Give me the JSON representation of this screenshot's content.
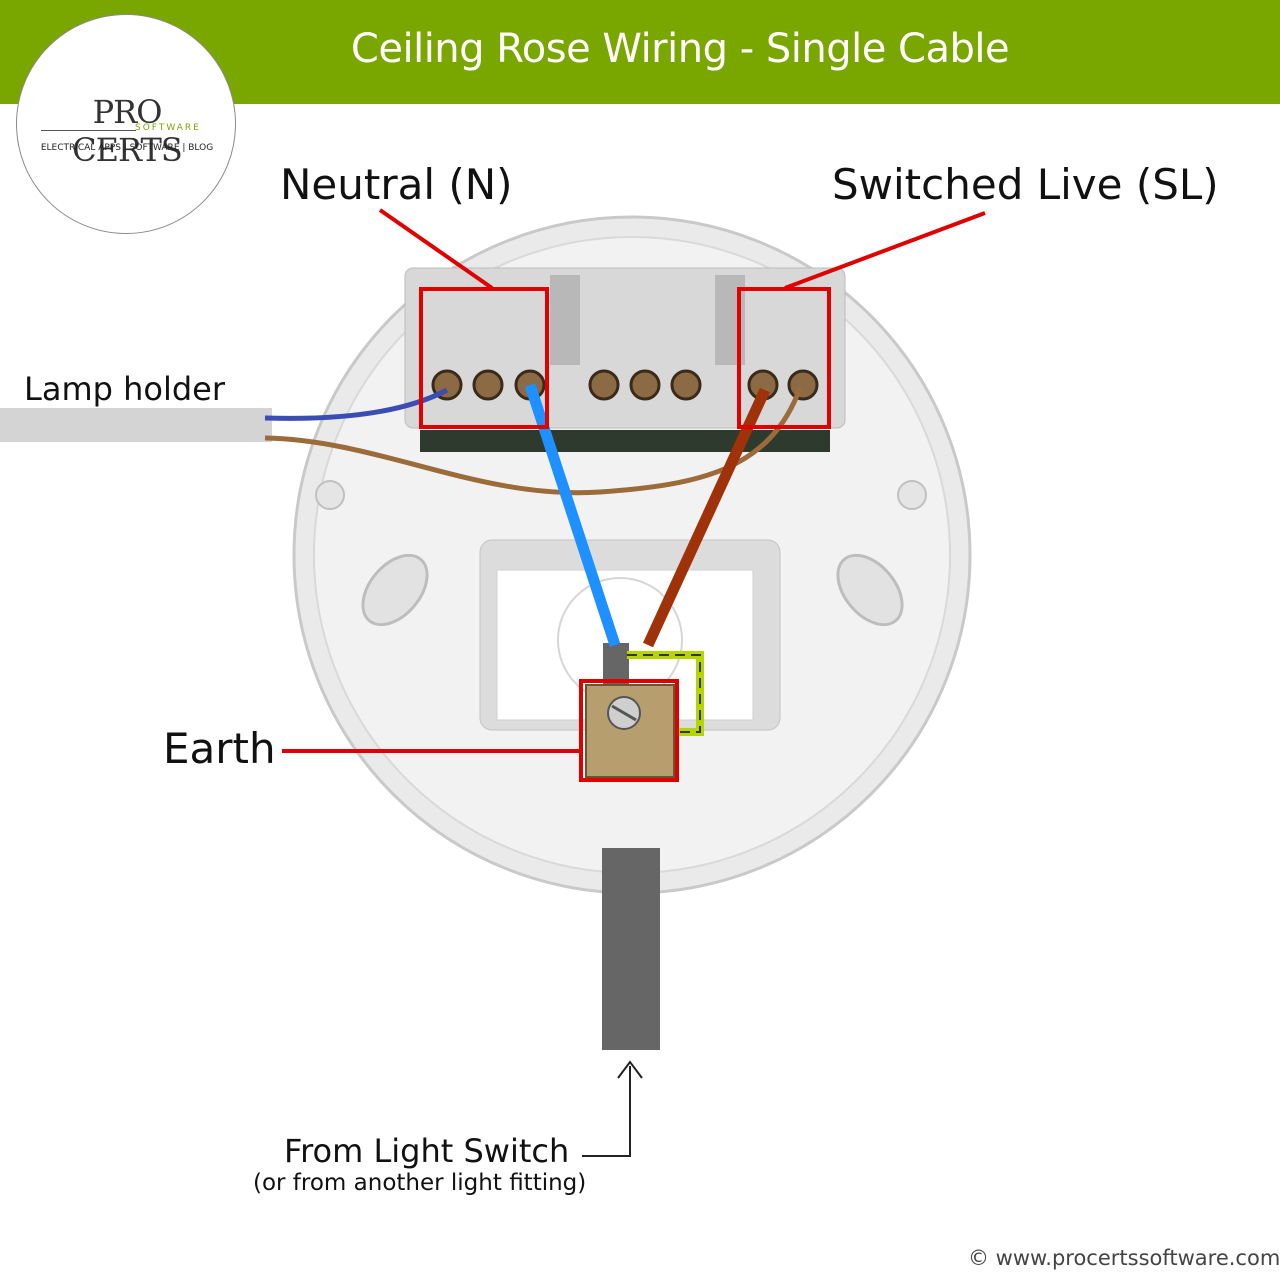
{
  "header": {
    "title": "Ceiling Rose Wiring - Single Cable"
  },
  "logo": {
    "name": "PRO CERTS",
    "sub": "SOFTWARE",
    "tagline": "ELECTRICAL APPS | SOFTWARE | BLOG"
  },
  "labels": {
    "neutral": "Neutral (N)",
    "switched_live": "Switched Live (SL)",
    "lamp_holder": "Lamp holder",
    "earth": "Earth",
    "from_switch": "From Light Switch",
    "from_switch_note": "(or from another light fitting)"
  },
  "footer": {
    "copyright": "© www.procertssoftware.com"
  },
  "colors": {
    "header": "#7aa600",
    "highlight": "#e00000",
    "neutral_wire": "#1e90ff",
    "live_wire": "#a0320a",
    "lamp_neutral": "#3a4db5",
    "lamp_live": "#9b6b3a",
    "earth_green": "#b5d400",
    "cable": "#666666"
  }
}
